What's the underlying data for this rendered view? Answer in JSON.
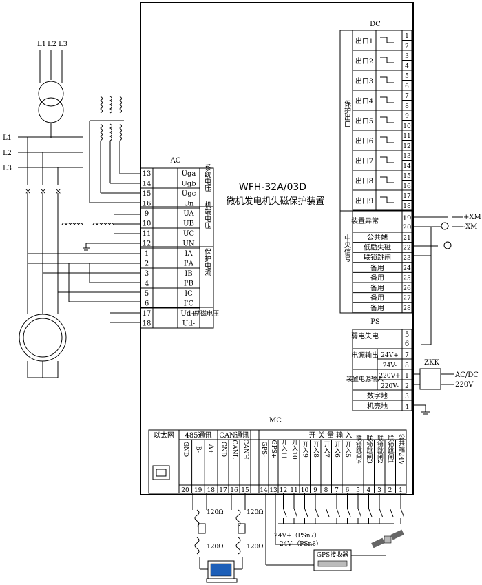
{
  "device": {
    "model": "WFH-32A/03D",
    "name": "微机发电机失磁保护装置"
  },
  "lines": {
    "top": [
      "L1",
      "L2",
      "L3"
    ],
    "left": [
      "L1",
      "L2",
      "L3"
    ]
  },
  "ac": {
    "title": "AC",
    "rows": [
      {
        "num": "13",
        "sig": "Uga"
      },
      {
        "num": "14",
        "sig": "Ugb"
      },
      {
        "num": "15",
        "sig": "Ugc"
      },
      {
        "num": "16",
        "sig": "Un"
      },
      {
        "num": "9",
        "sig": "UA"
      },
      {
        "num": "10",
        "sig": "UB"
      },
      {
        "num": "11",
        "sig": "UC"
      },
      {
        "num": "12",
        "sig": "UN"
      },
      {
        "num": "1",
        "sig": "IA"
      },
      {
        "num": "2",
        "sig": "I'A"
      },
      {
        "num": "3",
        "sig": "IB"
      },
      {
        "num": "4",
        "sig": "I'B"
      },
      {
        "num": "5",
        "sig": "IC"
      },
      {
        "num": "6",
        "sig": "I'C"
      },
      {
        "num": "17",
        "sig": "Ud+"
      },
      {
        "num": "18",
        "sig": "Ud-"
      }
    ],
    "groups": [
      "系统电压",
      "机端电压",
      "保护电流",
      "励磁电压"
    ]
  },
  "dc": {
    "title": "DC",
    "group_label": "保护出口",
    "outputs": [
      {
        "label": "出口1",
        "a": "1",
        "b": "2"
      },
      {
        "label": "出口2",
        "a": "3",
        "b": "4"
      },
      {
        "label": "出口3",
        "a": "5",
        "b": "6"
      },
      {
        "label": "出口4",
        "a": "7",
        "b": "8"
      },
      {
        "label": "出口5",
        "a": "9",
        "b": "10"
      },
      {
        "label": "出口6",
        "a": "11",
        "b": "12"
      },
      {
        "label": "出口7",
        "a": "13",
        "b": "14"
      },
      {
        "label": "出口8",
        "a": "15",
        "b": "16"
      },
      {
        "label": "出口9",
        "a": "17",
        "b": "18"
      }
    ],
    "central_label": "中央信号",
    "fault_label": "装置异常",
    "fault_a": "19",
    "fault_b": "20",
    "signals": [
      {
        "label": "公共端",
        "num": "21"
      },
      {
        "label": "低励失磁",
        "num": "22"
      },
      {
        "label": "联锁跳闸",
        "num": "23"
      },
      {
        "label": "备用",
        "num": "24"
      },
      {
        "label": "备用",
        "num": "25"
      },
      {
        "label": "备用",
        "num": "26"
      },
      {
        "label": "备用",
        "num": "27"
      },
      {
        "label": "备用",
        "num": "28"
      }
    ],
    "xm_plus": "+XM",
    "xm_minus": "-XM"
  },
  "ps": {
    "title": "PS",
    "weak_label": "弱电失电",
    "weak_a": "5",
    "weak_b": "6",
    "out_label": "电源输出",
    "out_rows": [
      {
        "sig": "24V+",
        "num": "7"
      },
      {
        "sig": "24V-",
        "num": "8"
      }
    ],
    "in_label": "装置电源输入",
    "in_rows": [
      {
        "sig": "220V+",
        "num": "1"
      },
      {
        "sig": "220V-",
        "num": "2"
      }
    ],
    "digital_ground": "数字地",
    "digital_num": "3",
    "chassis_ground": "机壳地",
    "chassis_num": "4",
    "zkk": "ZKK",
    "acdc": "AC/DC",
    "v220": "220V"
  },
  "mc": {
    "title": "MC",
    "ethernet": "以太网",
    "rs485": "485通讯",
    "can": "CAN通讯",
    "switch_input": "开 关 量 输 入",
    "rs485_cols": [
      {
        "sig": "GND",
        "num": "20"
      },
      {
        "sig": "B-",
        "num": "19"
      },
      {
        "sig": "A+",
        "num": "18"
      }
    ],
    "can_cols": [
      {
        "sig": "GND",
        "num": "17"
      },
      {
        "sig": "CANL",
        "num": "16"
      },
      {
        "sig": "CANH",
        "num": "15"
      }
    ],
    "gps_cols": [
      {
        "sig": "GPS-",
        "num": "14"
      },
      {
        "sig": "GPS+",
        "num": "13"
      }
    ],
    "di_cols": [
      {
        "sig": "开入11",
        "num": "12"
      },
      {
        "sig": "开入10",
        "num": "11"
      },
      {
        "sig": "开入9",
        "num": "10"
      },
      {
        "sig": "开入8",
        "num": "9"
      },
      {
        "sig": "开入7",
        "num": "8"
      },
      {
        "sig": "开入6",
        "num": "7"
      },
      {
        "sig": "开入5",
        "num": "6"
      },
      {
        "sig": "联锁跳闸4",
        "num": "5"
      },
      {
        "sig": "联锁跳闸3",
        "num": "4"
      },
      {
        "sig": "联锁跳闸2",
        "num": "3"
      },
      {
        "sig": "联锁跳闸1",
        "num": "2"
      },
      {
        "sig": "公共端24V",
        "num": "1"
      }
    ],
    "resistor": "120Ω",
    "psn7": "24V+（PSn7）",
    "psn8": "24V-（PSn8）",
    "gps_receiver": "GPS接收器"
  }
}
